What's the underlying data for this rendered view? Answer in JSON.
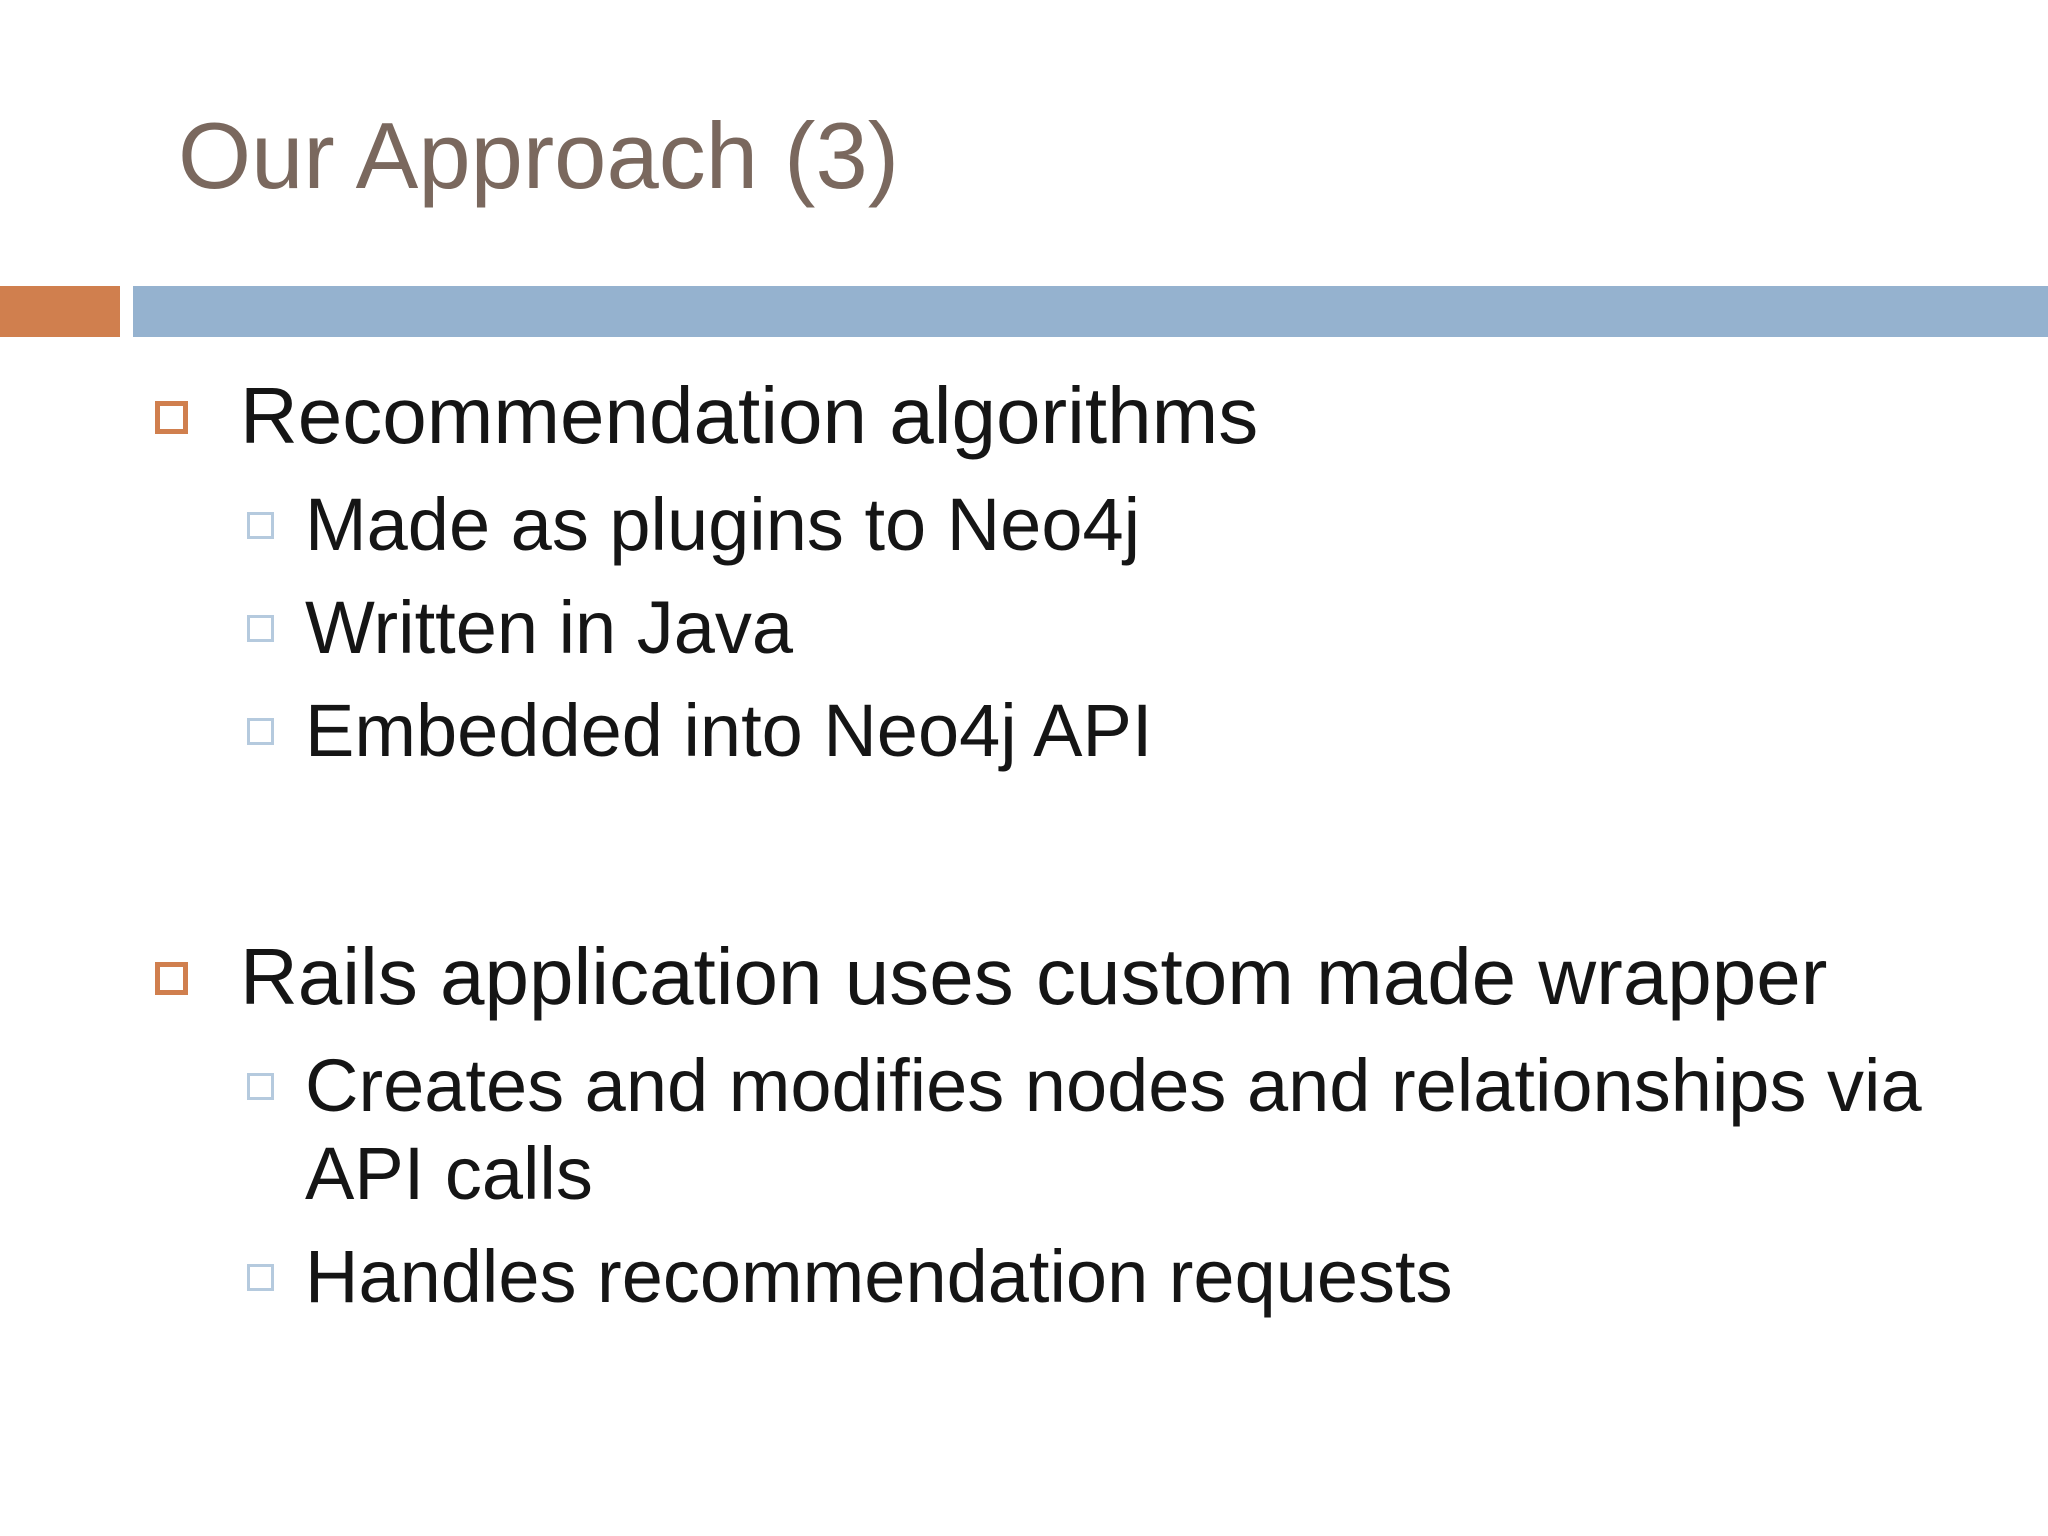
{
  "slide": {
    "title": "Our Approach (3)",
    "colors": {
      "title_brown": "#7a685e",
      "accent_orange": "#d07f4e",
      "accent_blue": "#95b2cf",
      "sub_bullet_blue": "#b5cade",
      "body_text": "#151515",
      "background": "#ffffff"
    },
    "bullet_icons": {
      "level1": "orange-outlined-square-bullet-icon",
      "level2": "blue-outlined-square-bullet-icon"
    },
    "sections": [
      {
        "heading": "Recommendation algorithms",
        "items": [
          "Made as plugins to Neo4j",
          "Written in Java",
          "Embedded into Neo4j API"
        ]
      },
      {
        "heading": "Rails application uses custom made wrapper",
        "items": [
          "Creates and modifies nodes and relationships via API calls",
          "Handles recommendation requests"
        ]
      }
    ]
  }
}
